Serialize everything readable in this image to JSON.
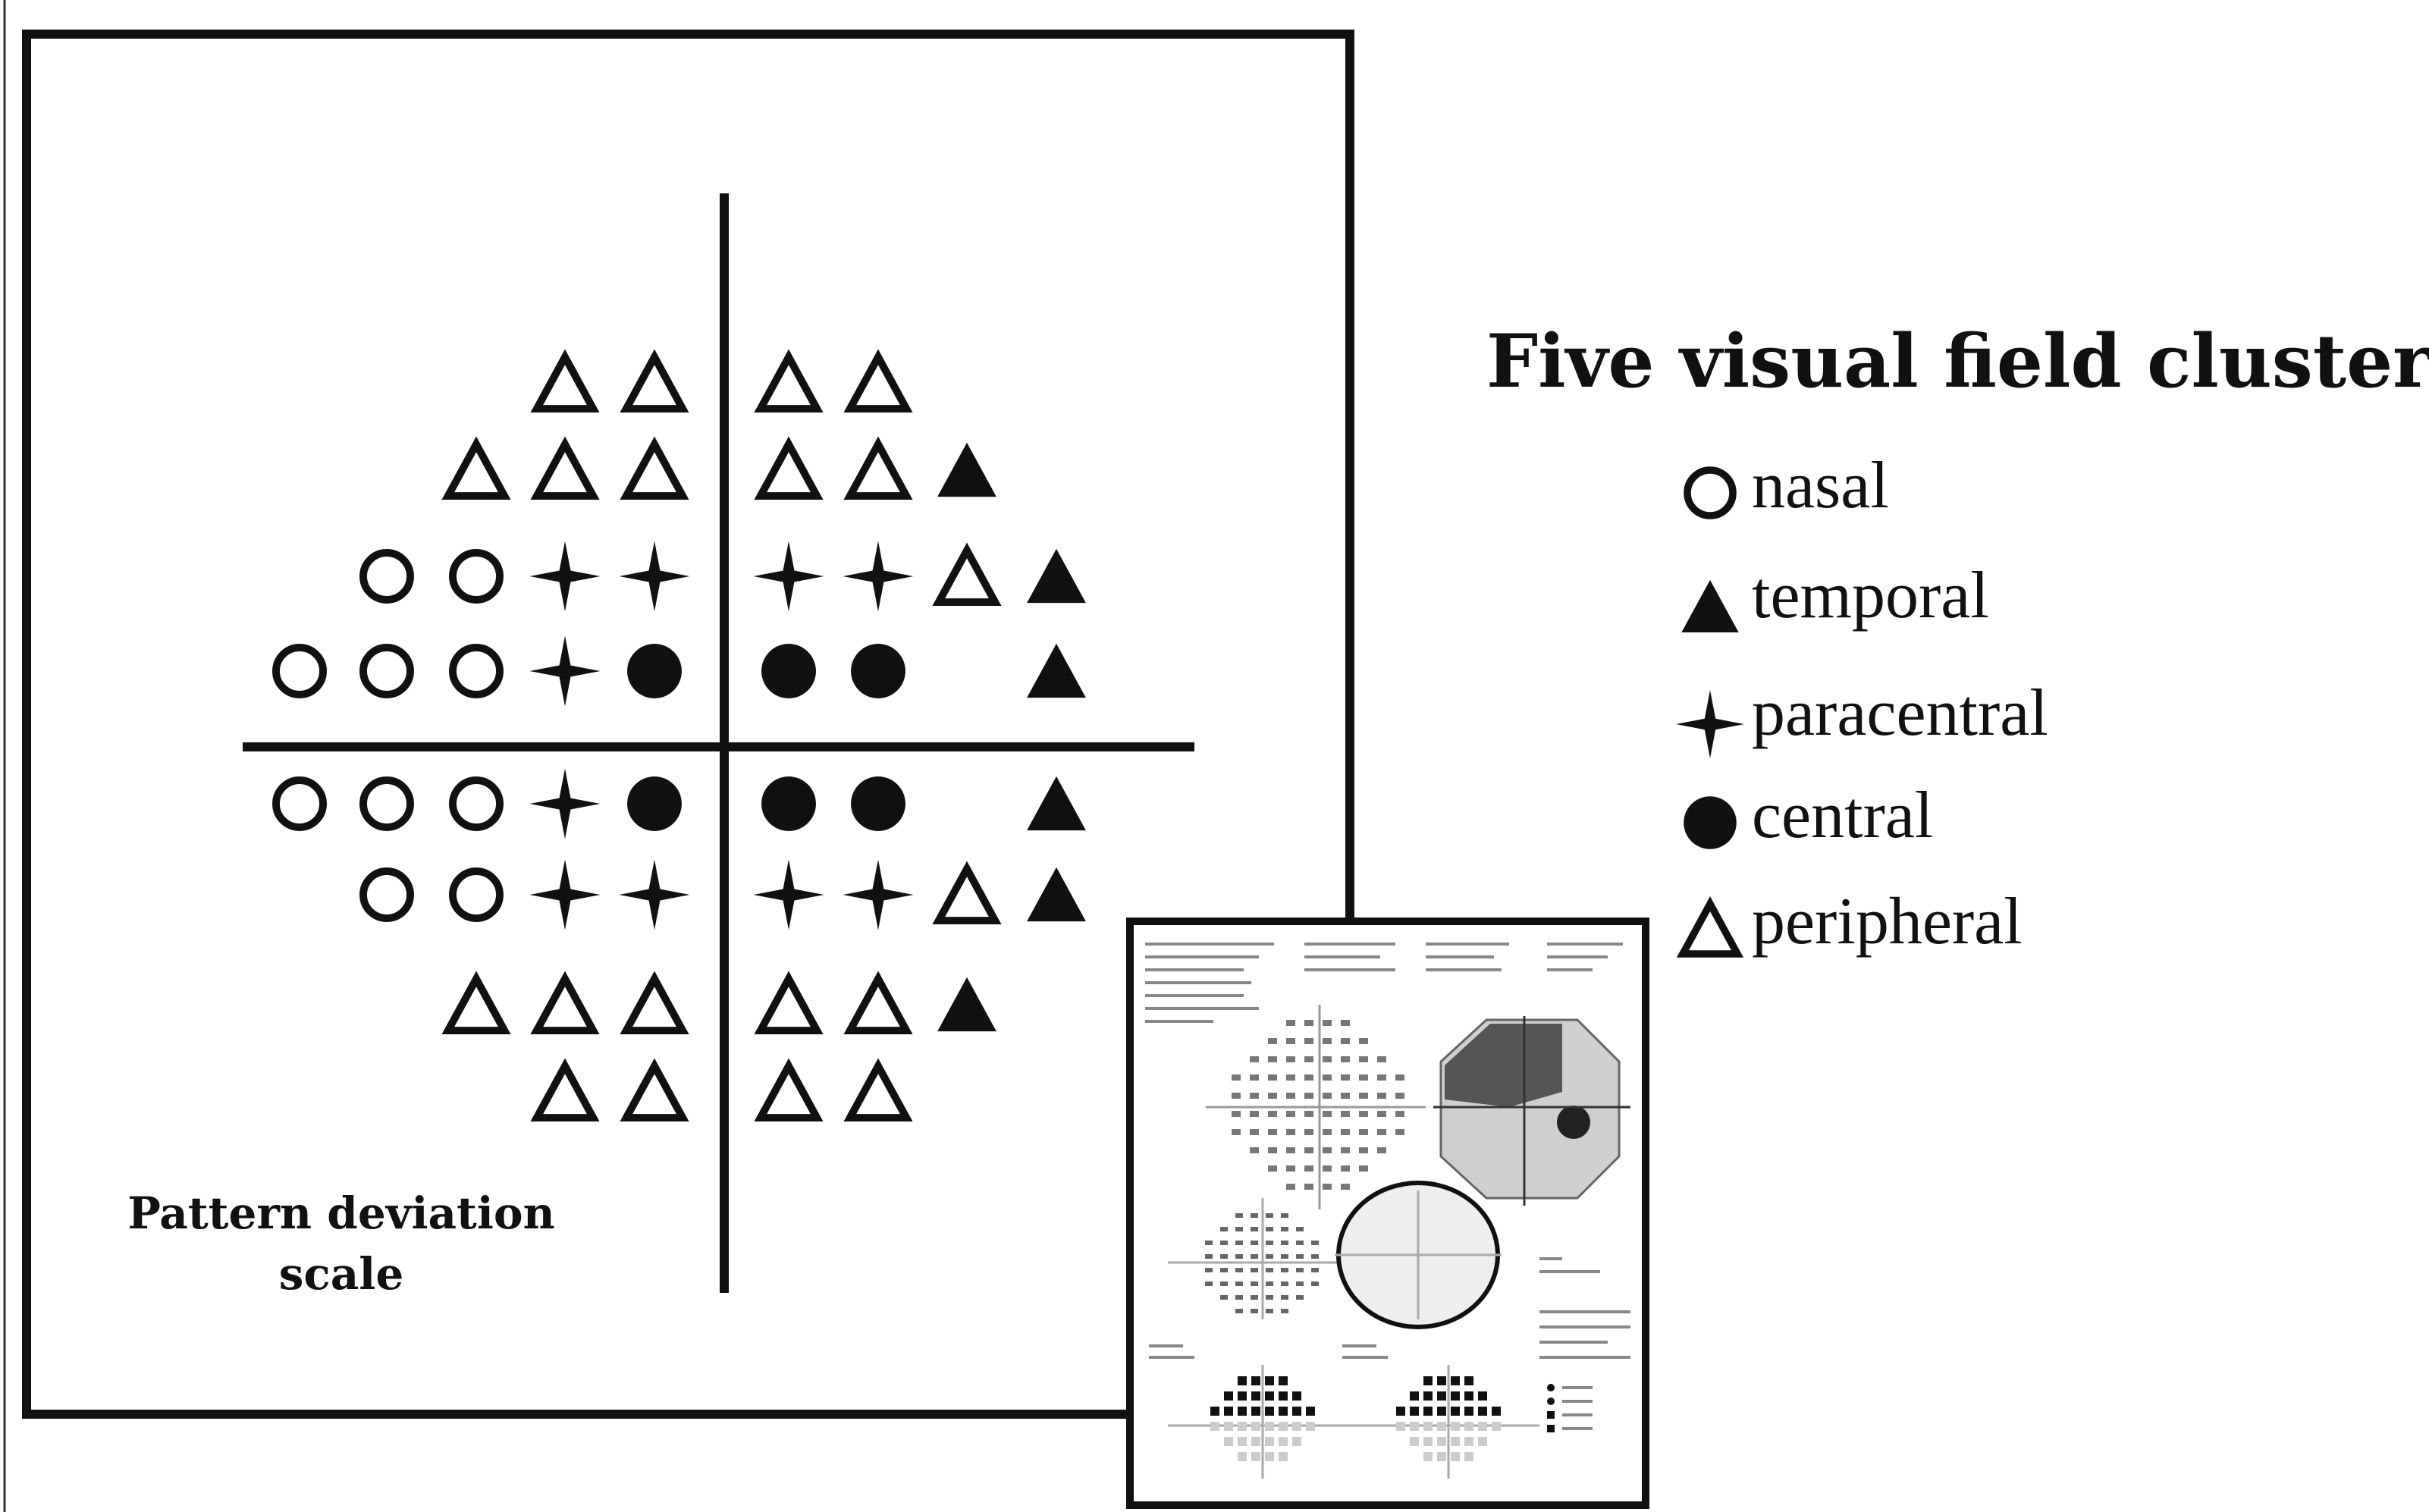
{
  "caption": {
    "line1": "Pattern deviation",
    "line2": "scale"
  },
  "legend": {
    "title": "Five visual field clusters:",
    "items": [
      {
        "symbol": "open-circle",
        "label": "nasal"
      },
      {
        "symbol": "filled-triangle",
        "label": "temporal"
      },
      {
        "symbol": "four-point-star",
        "label": "paracentral"
      },
      {
        "symbol": "filled-circle",
        "label": "central"
      },
      {
        "symbol": "open-triangle",
        "label": "peripheral"
      }
    ]
  },
  "grid": {
    "rows": [
      [
        "",
        "",
        "",
        "P",
        "P",
        "P",
        "P",
        "",
        "",
        ""
      ],
      [
        "",
        "",
        "P",
        "P",
        "P",
        "P",
        "P",
        "T",
        "",
        ""
      ],
      [
        "",
        "N",
        "N",
        "X",
        "X",
        "X",
        "X",
        "P",
        "T",
        ""
      ],
      [
        "N",
        "N",
        "N",
        "X",
        "C",
        "C",
        "C",
        "",
        "T",
        ""
      ],
      [
        "N",
        "N",
        "N",
        "X",
        "C",
        "C",
        "C",
        "",
        "T",
        ""
      ],
      [
        "",
        "N",
        "N",
        "X",
        "X",
        "X",
        "X",
        "P",
        "T",
        ""
      ],
      [
        "",
        "",
        "P",
        "P",
        "P",
        "P",
        "P",
        "T",
        "",
        ""
      ],
      [
        "",
        "",
        "",
        "P",
        "P",
        "P",
        "P",
        "",
        "",
        ""
      ]
    ],
    "legend_key": {
      "N": "nasal",
      "T": "temporal",
      "X": "paracentral",
      "C": "central",
      "P": "peripheral"
    }
  },
  "inset": {
    "description_text": "Humphrey visual field printout (inset)"
  }
}
